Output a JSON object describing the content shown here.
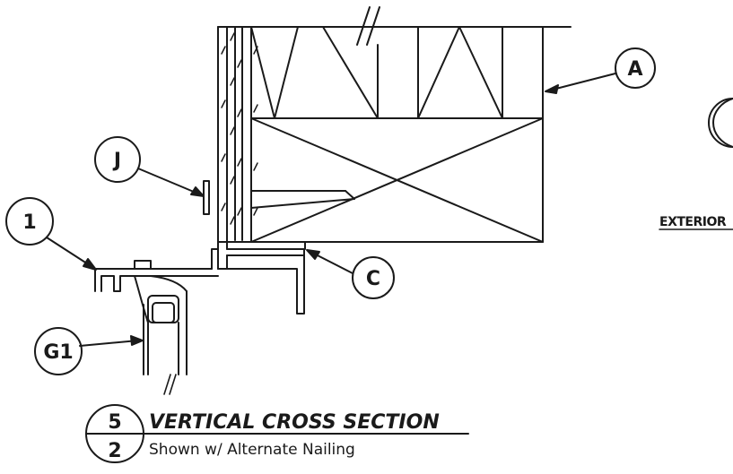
{
  "callouts": {
    "a": "A",
    "j": "J",
    "one": "1",
    "c": "C",
    "g1": "G1"
  },
  "side_label": "EXTERIOR",
  "title_block": {
    "detail_number": "5",
    "sheet_number": "2",
    "title": "VERTICAL CROSS SECTION",
    "subtitle": "Shown w/ Alternate Nailing"
  },
  "colors": {
    "ink": "#1a1a1a",
    "background": "#ffffff"
  }
}
